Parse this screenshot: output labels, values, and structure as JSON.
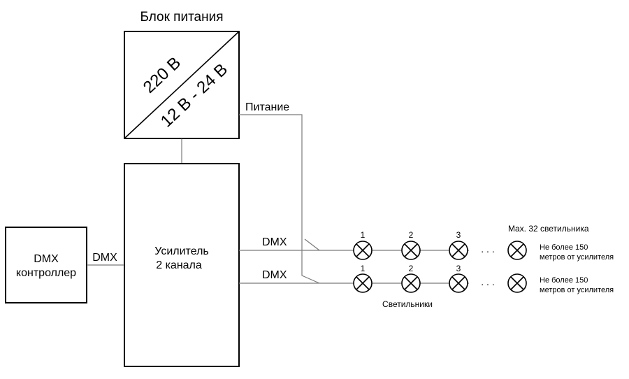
{
  "power_supply": {
    "title": "Блок питания",
    "input": "220 В",
    "output": "12 В - 24 В"
  },
  "amplifier": {
    "line1": "Усилитель",
    "line2": "2 канала"
  },
  "controller": {
    "line1": "DMX",
    "line2": "контроллер"
  },
  "wires": {
    "controller_to_amp": "DMX",
    "power": "Питание",
    "dmx_out_1": "DMX",
    "dmx_out_2": "DMX"
  },
  "lamps": {
    "row1_numbers": [
      "1",
      "2",
      "3"
    ],
    "row2_numbers": [
      "1",
      "2",
      "3"
    ],
    "ellipsis": ". . .",
    "max_label": "Max. 32 светильника",
    "distance_line1": "Не более 150",
    "distance_line2": "метров от усилителя",
    "caption": "Светильники"
  }
}
